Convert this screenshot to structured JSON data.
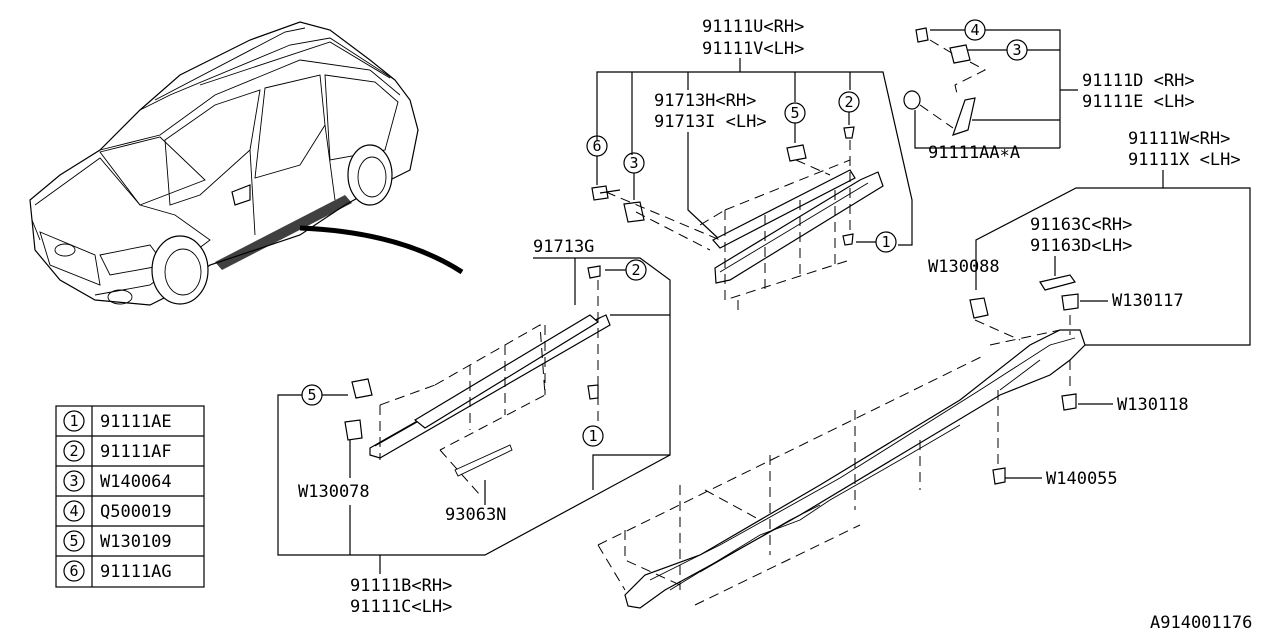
{
  "labels": {
    "top_mid_rh": "91111U<RH>",
    "top_mid_lh": "91111V<LH>",
    "mid_h_rh": "91713H<RH>",
    "mid_i_lh": "91713I <LH>",
    "top_right_rh": "91111D <RH>",
    "top_right_lh": "91111E <LH>",
    "aa_a": "91111AA∗A",
    "right_w_rh": "91111W<RH>",
    "right_x_lh": "91111X <LH>",
    "g_91713": "91713G",
    "c_rh": "91163C<RH>",
    "d_lh": "91163D<LH>",
    "w130088": "W130088",
    "w130117": "W130117",
    "w130118": "W130118",
    "w140055": "W140055",
    "w130078": "W130078",
    "n93063": "93063N",
    "bottom_rh": "91111B<RH>",
    "bottom_lh": "91111C<LH>",
    "ref_code": "A914001176"
  },
  "circles": {
    "c1a": "1",
    "c1b": "1",
    "c2a": "2",
    "c2b": "2",
    "c3a": "3",
    "c3b": "3",
    "c4": "4",
    "c5a": "5",
    "c5b": "5",
    "c6": "6"
  },
  "legend": [
    {
      "num": "1",
      "part": "91111AE"
    },
    {
      "num": "2",
      "part": "91111AF"
    },
    {
      "num": "3",
      "part": "W140064"
    },
    {
      "num": "4",
      "part": "Q500019"
    },
    {
      "num": "5",
      "part": "W130109"
    },
    {
      "num": "6",
      "part": "91111AG"
    }
  ]
}
